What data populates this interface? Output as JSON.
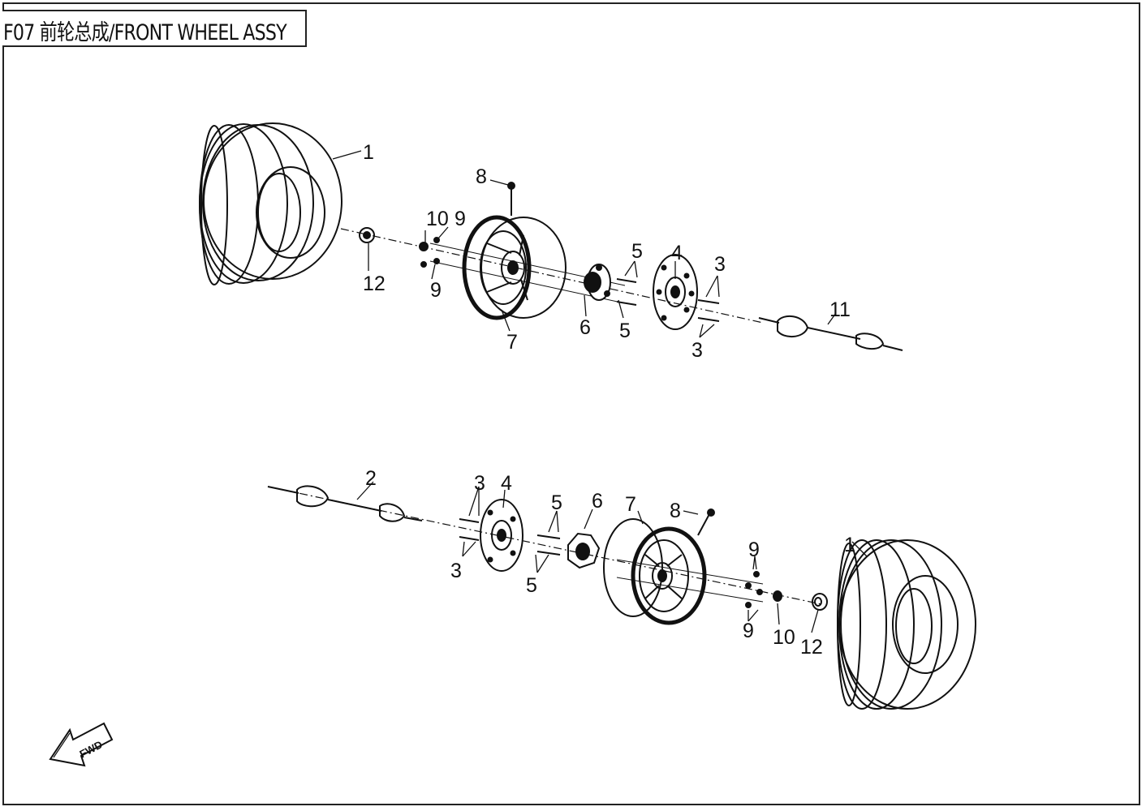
{
  "title": "F07 前轮总成/FRONT WHEEL ASSY",
  "forward_marker": "FWD",
  "callouts_upper": [
    "1",
    "8",
    "10",
    "9",
    "9",
    "12",
    "7",
    "5",
    "6",
    "5",
    "4",
    "3",
    "3",
    "11"
  ],
  "callouts_lower": [
    "2",
    "3",
    "4",
    "3",
    "5",
    "6",
    "5",
    "7",
    "8",
    "9",
    "9",
    "10",
    "12",
    "1"
  ]
}
